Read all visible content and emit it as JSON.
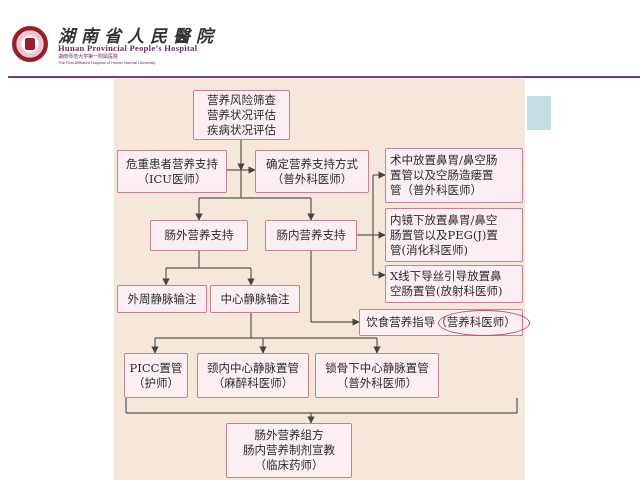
{
  "header": {
    "title_cn": "湖南省人民醫院",
    "title_en": "Hunan Provincial People’s Hospital",
    "subtitle_cn": "湖南师范大学第一附属医院",
    "subtitle_en": "The First Affiliated Hospital of Hunan Normal University"
  },
  "flowchart": {
    "screening": [
      "营养风险筛查",
      "营养状况评估",
      "疾病状况评估"
    ],
    "critical": [
      "危重患者营养支持",
      "（ICU医师）"
    ],
    "determine": [
      "确定营养支持方式",
      "（普外科医师）"
    ],
    "parenteral": [
      "肠外营养支持"
    ],
    "enteral": [
      "肠内营养支持"
    ],
    "peripheral": [
      "外周静脉输注"
    ],
    "central": [
      "中心静脉输注"
    ],
    "tube_surgery": [
      "术中放置鼻胃/鼻空肠",
      "置管以及空肠造瘘置",
      "管（普外科医师）"
    ],
    "tube_endoscopy": [
      "内镜下放置鼻胃/鼻空",
      "肠置管以及PEG(J)置",
      "管(消化科医师)"
    ],
    "tube_xray": [
      "X线下导丝引导放置鼻",
      "空肠置管(放射科医师)"
    ],
    "diet_guidance": [
      "饮食营养指导（营养科医师）"
    ],
    "picc": [
      "PICC置管",
      "（护师）"
    ],
    "jugular": [
      "颈内中心静脉置管",
      "（麻醉科医师）"
    ],
    "subclavian": [
      "锁骨下中心静脉置管",
      "（普外科医师）"
    ],
    "formulation": [
      "肠外营养组方",
      "肠内营养制剂宣教",
      "（临床药师）"
    ]
  },
  "colors": {
    "box_border": "#c58097",
    "box_fill": "#fbeff3",
    "panel": "#f5e8db",
    "header_rule": "#7a3a80",
    "highlight": "#c0506a"
  }
}
